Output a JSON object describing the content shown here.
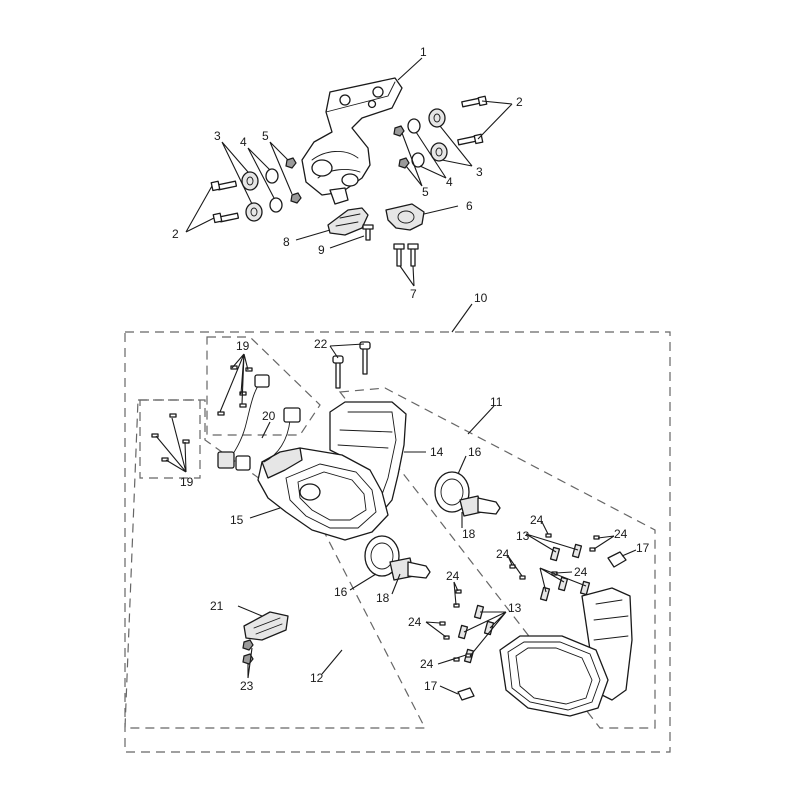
{
  "diagram": {
    "type": "exploded-parts-diagram",
    "accent_colors": {
      "line": "#1a1a1a",
      "dashed_group": "#666666",
      "fill": "#e6e6e6"
    },
    "callouts": [
      {
        "id": "c1",
        "label": "1"
      },
      {
        "id": "c2a",
        "label": "2"
      },
      {
        "id": "c2b",
        "label": "2"
      },
      {
        "id": "c3a",
        "label": "3"
      },
      {
        "id": "c3b",
        "label": "3"
      },
      {
        "id": "c4a",
        "label": "4"
      },
      {
        "id": "c4b",
        "label": "4"
      },
      {
        "id": "c5a",
        "label": "5"
      },
      {
        "id": "c5b",
        "label": "5"
      },
      {
        "id": "c6",
        "label": "6"
      },
      {
        "id": "c7",
        "label": "7"
      },
      {
        "id": "c8",
        "label": "8"
      },
      {
        "id": "c9",
        "label": "9"
      },
      {
        "id": "c10",
        "label": "10"
      },
      {
        "id": "c11",
        "label": "11"
      },
      {
        "id": "c12",
        "label": "12"
      },
      {
        "id": "c13a",
        "label": "13"
      },
      {
        "id": "c13b",
        "label": "13"
      },
      {
        "id": "c14",
        "label": "14"
      },
      {
        "id": "c15",
        "label": "15"
      },
      {
        "id": "c16a",
        "label": "16"
      },
      {
        "id": "c16b",
        "label": "16"
      },
      {
        "id": "c17a",
        "label": "17"
      },
      {
        "id": "c17b",
        "label": "17"
      },
      {
        "id": "c18a",
        "label": "18"
      },
      {
        "id": "c18b",
        "label": "18"
      },
      {
        "id": "c19a",
        "label": "19"
      },
      {
        "id": "c19b",
        "label": "19"
      },
      {
        "id": "c20",
        "label": "20"
      },
      {
        "id": "c21",
        "label": "21"
      },
      {
        "id": "c22",
        "label": "22"
      },
      {
        "id": "c23",
        "label": "23"
      },
      {
        "id": "c24a",
        "label": "24"
      },
      {
        "id": "c24b",
        "label": "24"
      },
      {
        "id": "c24c",
        "label": "24"
      },
      {
        "id": "c24d",
        "label": "24"
      },
      {
        "id": "c24e",
        "label": "24"
      },
      {
        "id": "c24f",
        "label": "24"
      },
      {
        "id": "c24g",
        "label": "24"
      }
    ]
  }
}
